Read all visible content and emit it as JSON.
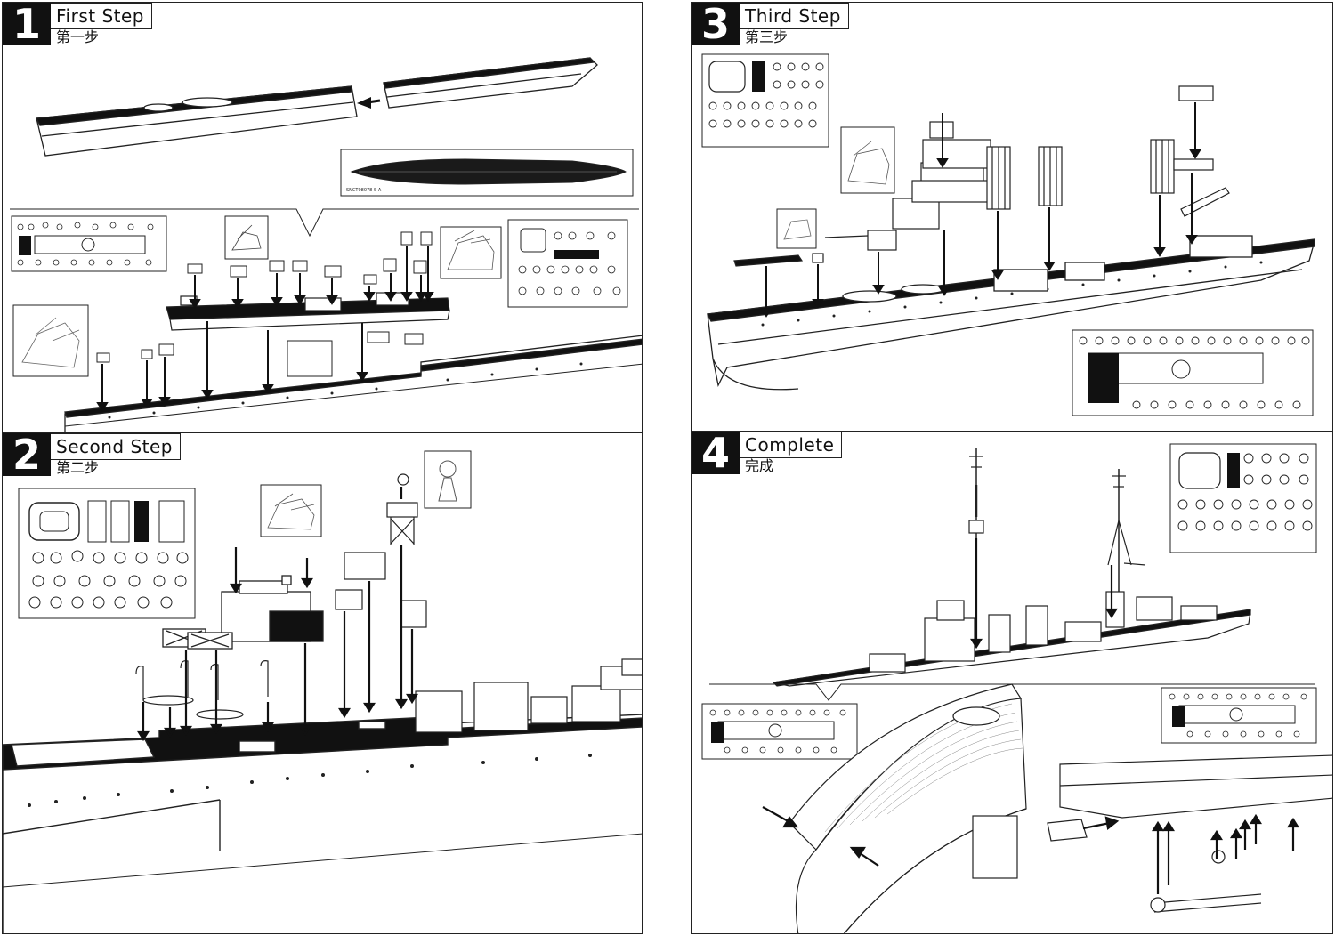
{
  "steps": [
    {
      "number": "1",
      "title": "First Step",
      "subtitle": "第一步"
    },
    {
      "number": "2",
      "title": "Second Step",
      "subtitle": "第二步"
    },
    {
      "number": "3",
      "title": "Third Step",
      "subtitle": "第三步"
    },
    {
      "number": "4",
      "title": "Complete",
      "subtitle": "完成"
    }
  ],
  "deck_plate_code": "SNCT08078 S-A",
  "colors": {
    "line": "#222222",
    "deck": "#111111",
    "paper": "#ffffff",
    "hull_light": "#f4f4f4"
  }
}
